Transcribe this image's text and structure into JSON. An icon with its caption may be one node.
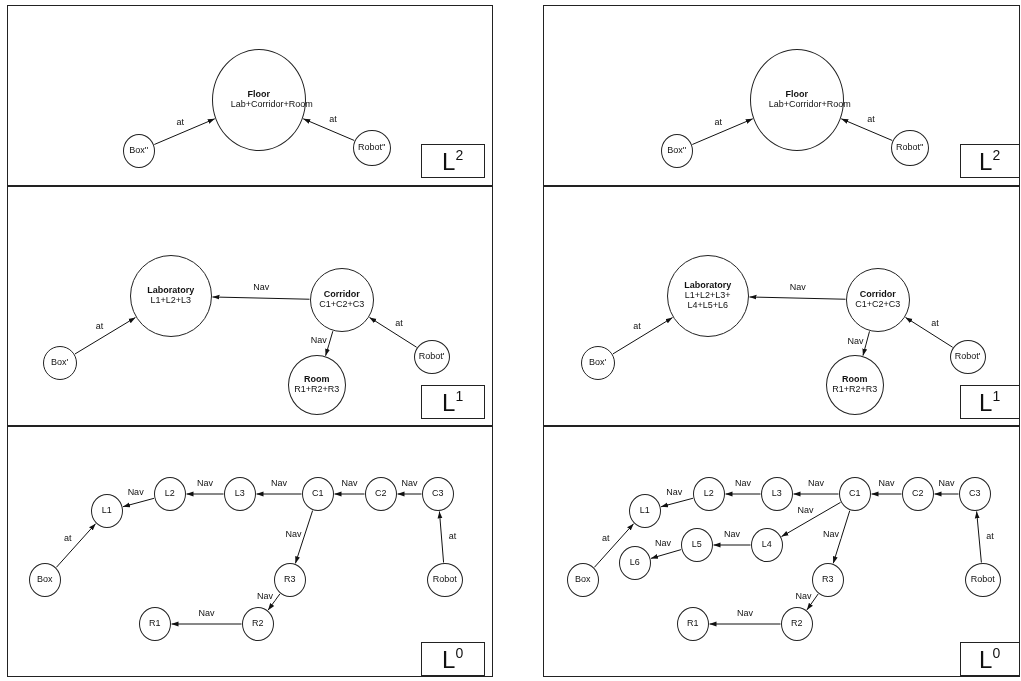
{
  "diagram": {
    "nodes": [
      {
        "text": [],
        "shape": "box"
      },
      {
        "text": [
          "Floor",
          "Lab+Corridor+Room"
        ],
        "in": 0
      },
      {
        "text": [
          "Box''"
        ],
        "in": 0
      },
      {
        "text": [
          "Robot''"
        ],
        "in": 0
      },
      {
        "text": [
          "L$^{2}$"
        ],
        "in": 0
      },
      {
        "text": [],
        "shape": "box"
      },
      {
        "text": [
          "Laboratory",
          "L1+L2+L3"
        ],
        "in": 5
      },
      {
        "text": [
          "Corridor",
          "C1+C2+C3"
        ],
        "in": 5
      },
      {
        "text": [
          "Box'"
        ],
        "in": 5
      },
      {
        "text": [
          "Robot'"
        ],
        "in": 5
      },
      {
        "text": [
          "Room",
          "R1+R2+R3"
        ],
        "in": 5
      },
      {
        "text": [
          "L$^{1}$"
        ],
        "in": 5
      },
      {
        "text": [],
        "shape": "box"
      },
      {
        "text": [
          "L2"
        ],
        "in": 12
      },
      {
        "text": [
          "L3"
        ],
        "in": 12
      },
      {
        "text": [
          "C1"
        ],
        "in": 12
      },
      {
        "text": [
          "C2"
        ],
        "in": 12
      },
      {
        "text": [
          "C3"
        ],
        "in": 12
      },
      {
        "text": [
          "L1"
        ],
        "in": 12
      },
      {
        "text": [
          "Box"
        ],
        "in": 12
      },
      {
        "text": [
          "R3"
        ],
        "in": 12
      },
      {
        "text": [
          "Robot"
        ],
        "in": 12
      },
      {
        "text": [
          "R1"
        ],
        "in": 12
      },
      {
        "text": [
          "R2"
        ],
        "in": 12
      },
      {
        "text": [
          "L$^{0}$"
        ],
        "in": 12
      },
      {
        "text": [],
        "shape": "box"
      },
      {
        "text": [
          "Floor",
          "Lab+Corridor+Room"
        ],
        "in": 25
      },
      {
        "text": [
          "Box''"
        ],
        "in": 25
      },
      {
        "text": [
          "Robot''"
        ],
        "in": 25
      },
      {
        "text": [
          "L$^{2}$"
        ],
        "in": 25
      },
      {
        "text": [],
        "shape": "box"
      },
      {
        "text": [
          "Laboratory",
          "L1+L2+L3+ L4+L5+L6"
        ],
        "in": 30
      },
      {
        "text": [
          "Corridor",
          "C1+C2+C3"
        ],
        "in": 30
      },
      {
        "text": [
          "Box'"
        ],
        "in": 30
      },
      {
        "text": [
          "Robot'"
        ],
        "in": 30
      },
      {
        "text": [
          "Room",
          "R1+R2+R3"
        ],
        "in": 30
      },
      {
        "text": [
          "L$^{1}$"
        ],
        "in": 30
      },
      {
        "text": [],
        "shape": "box"
      },
      {
        "text": [
          "L2"
        ],
        "in": 37
      },
      {
        "text": [
          "L3"
        ],
        "in": 37
      },
      {
        "text": [
          "C1"
        ],
        "in": 37
      },
      {
        "text": [
          "C2"
        ],
        "in": 37
      },
      {
        "text": [
          "C3"
        ],
        "in": 37
      },
      {
        "text": [
          "L1"
        ],
        "in": 37
      },
      {
        "text": [
          "L4"
        ],
        "in": 37
      },
      {
        "text": [
          "L5"
        ],
        "in": 37
      },
      {
        "text": [
          "L6"
        ],
        "in": 37
      },
      {
        "text": [
          "Box"
        ],
        "in": 37
      },
      {
        "text": [
          "R3"
        ],
        "in": 37
      },
      {
        "text": [
          "Robot"
        ],
        "in": 37
      },
      {
        "text": [
          "R1"
        ],
        "in": 37
      },
      {
        "text": [
          "R2"
        ],
        "in": 37
      },
      {
        "text": [
          "L$^{0}$"
        ],
        "in": 37
      }
    ],
    "edges": [
      {
        "from": 2,
        "to": 1,
        "arrow": "to",
        "label": "at"
      },
      {
        "from": 3,
        "to": 1,
        "arrow": "to",
        "label": "at"
      },
      {
        "from": 8,
        "to": 6,
        "arrow": "to",
        "label": "at"
      },
      {
        "from": 7,
        "to": 6,
        "arrow": "to",
        "label": "Nav"
      },
      {
        "from": 7,
        "to": 10,
        "arrow": "to",
        "label": "Nav"
      },
      {
        "from": 9,
        "to": 7,
        "arrow": "to",
        "label": "at"
      },
      {
        "from": 19,
        "to": 18,
        "arrow": "to",
        "label": "at"
      },
      {
        "from": 13,
        "to": 18,
        "arrow": "to",
        "label": "Nav"
      },
      {
        "from": 14,
        "to": 13,
        "arrow": "to",
        "label": "Nav"
      },
      {
        "from": 15,
        "to": 14,
        "arrow": "to",
        "label": "Nav"
      },
      {
        "from": 16,
        "to": 15,
        "arrow": "to",
        "label": "Nav"
      },
      {
        "from": 17,
        "to": 16,
        "arrow": "to",
        "label": "Nav"
      },
      {
        "from": 21,
        "to": 17,
        "arrow": "to",
        "label": "at"
      },
      {
        "from": 15,
        "to": 20,
        "arrow": "to",
        "label": "Nav"
      },
      {
        "from": 20,
        "to": 23,
        "arrow": "to",
        "label": "Nav"
      },
      {
        "from": 23,
        "to": 22,
        "arrow": "to",
        "label": "Nav"
      },
      {
        "from": 27,
        "to": 26,
        "arrow": "to",
        "label": "at"
      },
      {
        "from": 28,
        "to": 26,
        "arrow": "to",
        "label": "at"
      },
      {
        "from": 33,
        "to": 31,
        "arrow": "to",
        "label": "at"
      },
      {
        "from": 32,
        "to": 31,
        "arrow": "to",
        "label": "Nav"
      },
      {
        "from": 32,
        "to": 35,
        "arrow": "to",
        "label": "Nav"
      },
      {
        "from": 34,
        "to": 32,
        "arrow": "to",
        "label": "at"
      },
      {
        "from": 47,
        "to": 43,
        "arrow": "to",
        "label": "at"
      },
      {
        "from": 38,
        "to": 43,
        "arrow": "to",
        "label": "Nav"
      },
      {
        "from": 39,
        "to": 38,
        "arrow": "to",
        "label": "Nav"
      },
      {
        "from": 40,
        "to": 39,
        "arrow": "to",
        "label": "Nav"
      },
      {
        "from": 41,
        "to": 40,
        "arrow": "to",
        "label": "Nav"
      },
      {
        "from": 42,
        "to": 41,
        "arrow": "to",
        "label": "Nav"
      },
      {
        "from": 49,
        "to": 42,
        "arrow": "to",
        "label": "at"
      },
      {
        "from": 40,
        "to": 44,
        "arrow": "to",
        "label": "Nav"
      },
      {
        "from": 44,
        "to": 45,
        "arrow": "to",
        "label": "Nav"
      },
      {
        "from": 45,
        "to": 46,
        "arrow": "to",
        "label": "Nav"
      },
      {
        "from": 40,
        "to": 48,
        "arrow": "to",
        "label": "Nav"
      },
      {
        "from": 48,
        "to": 51,
        "arrow": "to",
        "label": "Nav"
      },
      {
        "from": 51,
        "to": 50,
        "arrow": "to",
        "label": "Nav"
      }
    ]
  }
}
